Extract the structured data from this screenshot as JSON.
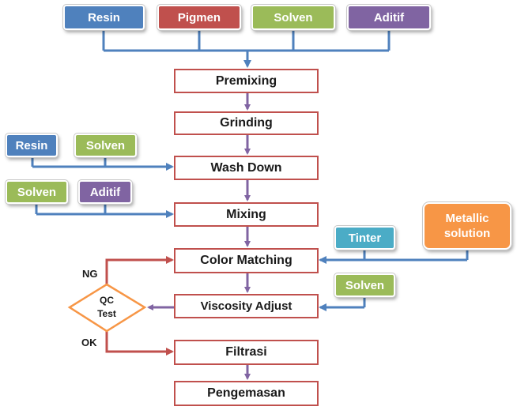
{
  "colors": {
    "resin": "#4f81bd",
    "pigmen": "#c0504d",
    "solven": "#9bbb59",
    "aditif": "#8064a2",
    "tinter": "#4bacc6",
    "metallic": "#f79646",
    "step_border": "#c0504d",
    "flow_arrow": "#8064a2",
    "input_arrow": "#4f81bd",
    "qc_diamond": "#f79646"
  },
  "inputs": {
    "top_resin": "Resin",
    "top_pigmen": "Pigmen",
    "top_solven": "Solven",
    "top_aditif": "Aditif",
    "wash_resin": "Resin",
    "wash_solven": "Solven",
    "mix_solven": "Solven",
    "mix_aditif": "Aditif",
    "tinter": "Tinter",
    "metallic_line1": "Metallic",
    "metallic_line2": "solution",
    "visc_solven": "Solven"
  },
  "steps": {
    "premixing": "Premixing",
    "grinding": "Grinding",
    "wash_down": "Wash Down",
    "mixing": "Mixing",
    "color_matching": "Color Matching",
    "viscosity_adjust": "Viscosity Adjust",
    "filtrasi": "Filtrasi",
    "pengemasan": "Pengemasan"
  },
  "qc": {
    "line1": "QC",
    "line2": "Test",
    "ng_label": "NG",
    "ok_label": "OK"
  }
}
